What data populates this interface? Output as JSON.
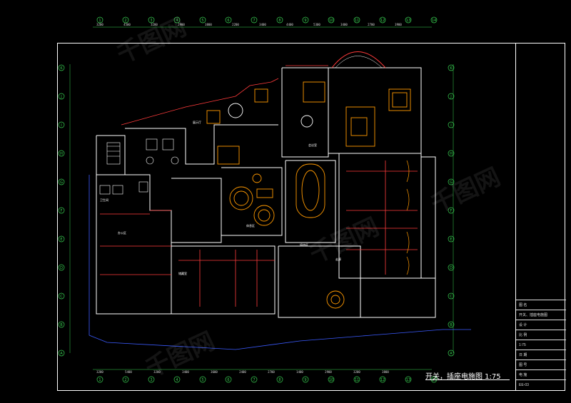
{
  "drawing": {
    "caption": "开关，插座电施图   1:75",
    "scale": "1:75"
  },
  "titleblock": {
    "rows": [
      "图 名",
      "开关、插座电施图",
      "设 计",
      "比 例",
      "1:75",
      "日 期",
      "图 号",
      "电 施",
      "EE-03"
    ]
  },
  "dimensions_top": [
    "3200",
    "4500",
    "3200",
    "2900",
    "3800",
    "2200",
    "3400",
    "4400",
    "5300",
    "3400",
    "2700",
    "3900"
  ],
  "dimensions_bottom": [
    "3200",
    "5400",
    "3200",
    "3400",
    "3600",
    "2400",
    "2700",
    "1400",
    "2900",
    "3200",
    "3800"
  ],
  "grid_left": [
    "A",
    "B",
    "C",
    "D",
    "E",
    "F",
    "G",
    "H",
    "I",
    "J",
    "K"
  ],
  "grid_top": [
    "1",
    "2",
    "3",
    "4",
    "5",
    "6",
    "7",
    "8",
    "9",
    "10",
    "11",
    "12",
    "13",
    "14"
  ],
  "room_notes": [
    "展示厅",
    "会议室",
    "办公区",
    "休息区",
    "卫生间",
    "储藏室",
    "接待区",
    "走廊"
  ],
  "colors": {
    "walls": "#ffffff",
    "furniture": "#ff9900",
    "dimension": "#39d353",
    "lines": "#ff3b3b",
    "boundary": "#3b5bff"
  },
  "watermarks": [
    "千图网",
    "千图网",
    "千图网",
    "千图网"
  ]
}
